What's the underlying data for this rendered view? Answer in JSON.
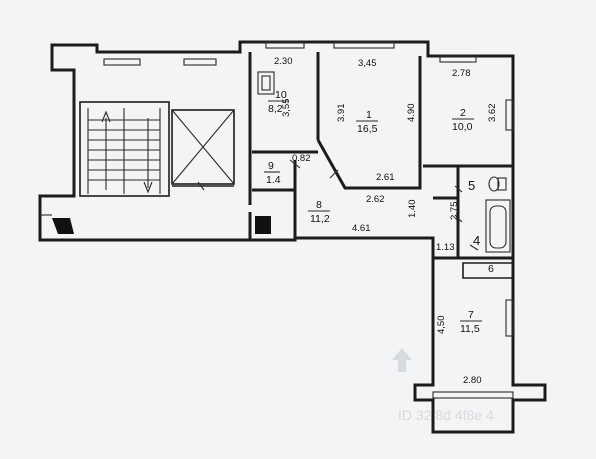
{
  "rooms": [
    {
      "id": "1",
      "area": "16,5"
    },
    {
      "id": "2",
      "area": "10,0"
    },
    {
      "id": "4",
      "area": ""
    },
    {
      "id": "5",
      "area": ""
    },
    {
      "id": "6",
      "area": ""
    },
    {
      "id": "7",
      "area": "11,5"
    },
    {
      "id": "8",
      "area": "11,2"
    },
    {
      "id": "9",
      "area": "1.4"
    },
    {
      "id": "10",
      "area": "8,2"
    }
  ],
  "dimensions": {
    "d_2_30": "2.30",
    "d_3_45": "3,45",
    "d_2_78": "2.78",
    "d_3_55": "3,55",
    "d_3_91": "3.91",
    "d_4_90": "4.90",
    "d_3_62": "3.62",
    "d_0_82": "0.82",
    "d_2_61": "2.61",
    "d_2_62": "2.62",
    "d_1_40": "1.40",
    "d_2_75": "2,75",
    "d_4_61": "4.61",
    "d_1_13": "1.13",
    "d_4_50": "4,50",
    "d_2_80": "2.80"
  },
  "watermark": {
    "text": "ID 32 8d 4f8e 4"
  },
  "colors": {
    "line": "#1c1c1c",
    "background": "#f3f4f5"
  }
}
